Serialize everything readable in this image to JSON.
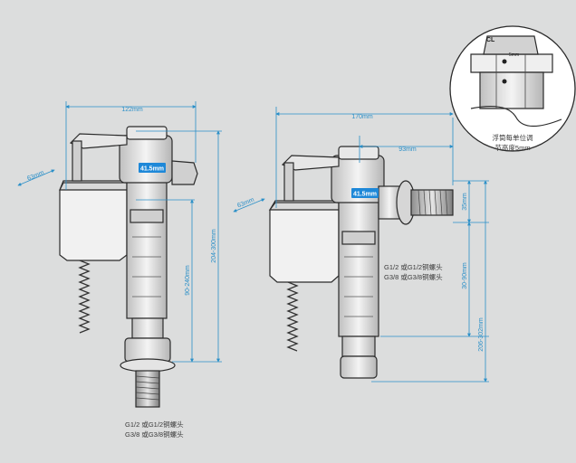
{
  "left_valve": {
    "dims": {
      "width": "122mm",
      "float_offset": "63mm",
      "float_range": "90-240mm",
      "total_height": "204-300mm",
      "badge": "41.5mm"
    },
    "thread_label_line1": "G1/2 或G1/2铜螺头",
    "thread_label_line2": "G3/8 或G3/8铜螺头"
  },
  "right_valve": {
    "dims": {
      "width": "170mm",
      "inlet_offset": "93mm",
      "float_offset": "63mm",
      "inlet_height": "35mm",
      "float_range": "30-90mm",
      "total_height": "206-302mm",
      "badge": "41.5mm"
    },
    "thread_label_line1": "G1/2 或G1/2铜螺头",
    "thread_label_line2": "G3/8 或G3/8铜螺头"
  },
  "detail": {
    "caption_line1": "浮筒每单位调",
    "caption_line2": "节高度5mm",
    "cl_mark": "CL",
    "scale_mark": "5mm"
  },
  "colors": {
    "background": "#dcdddd",
    "dimension_line": "#2a8fc8",
    "badge": "#1e88d8",
    "outline": "#2b2b2b"
  }
}
